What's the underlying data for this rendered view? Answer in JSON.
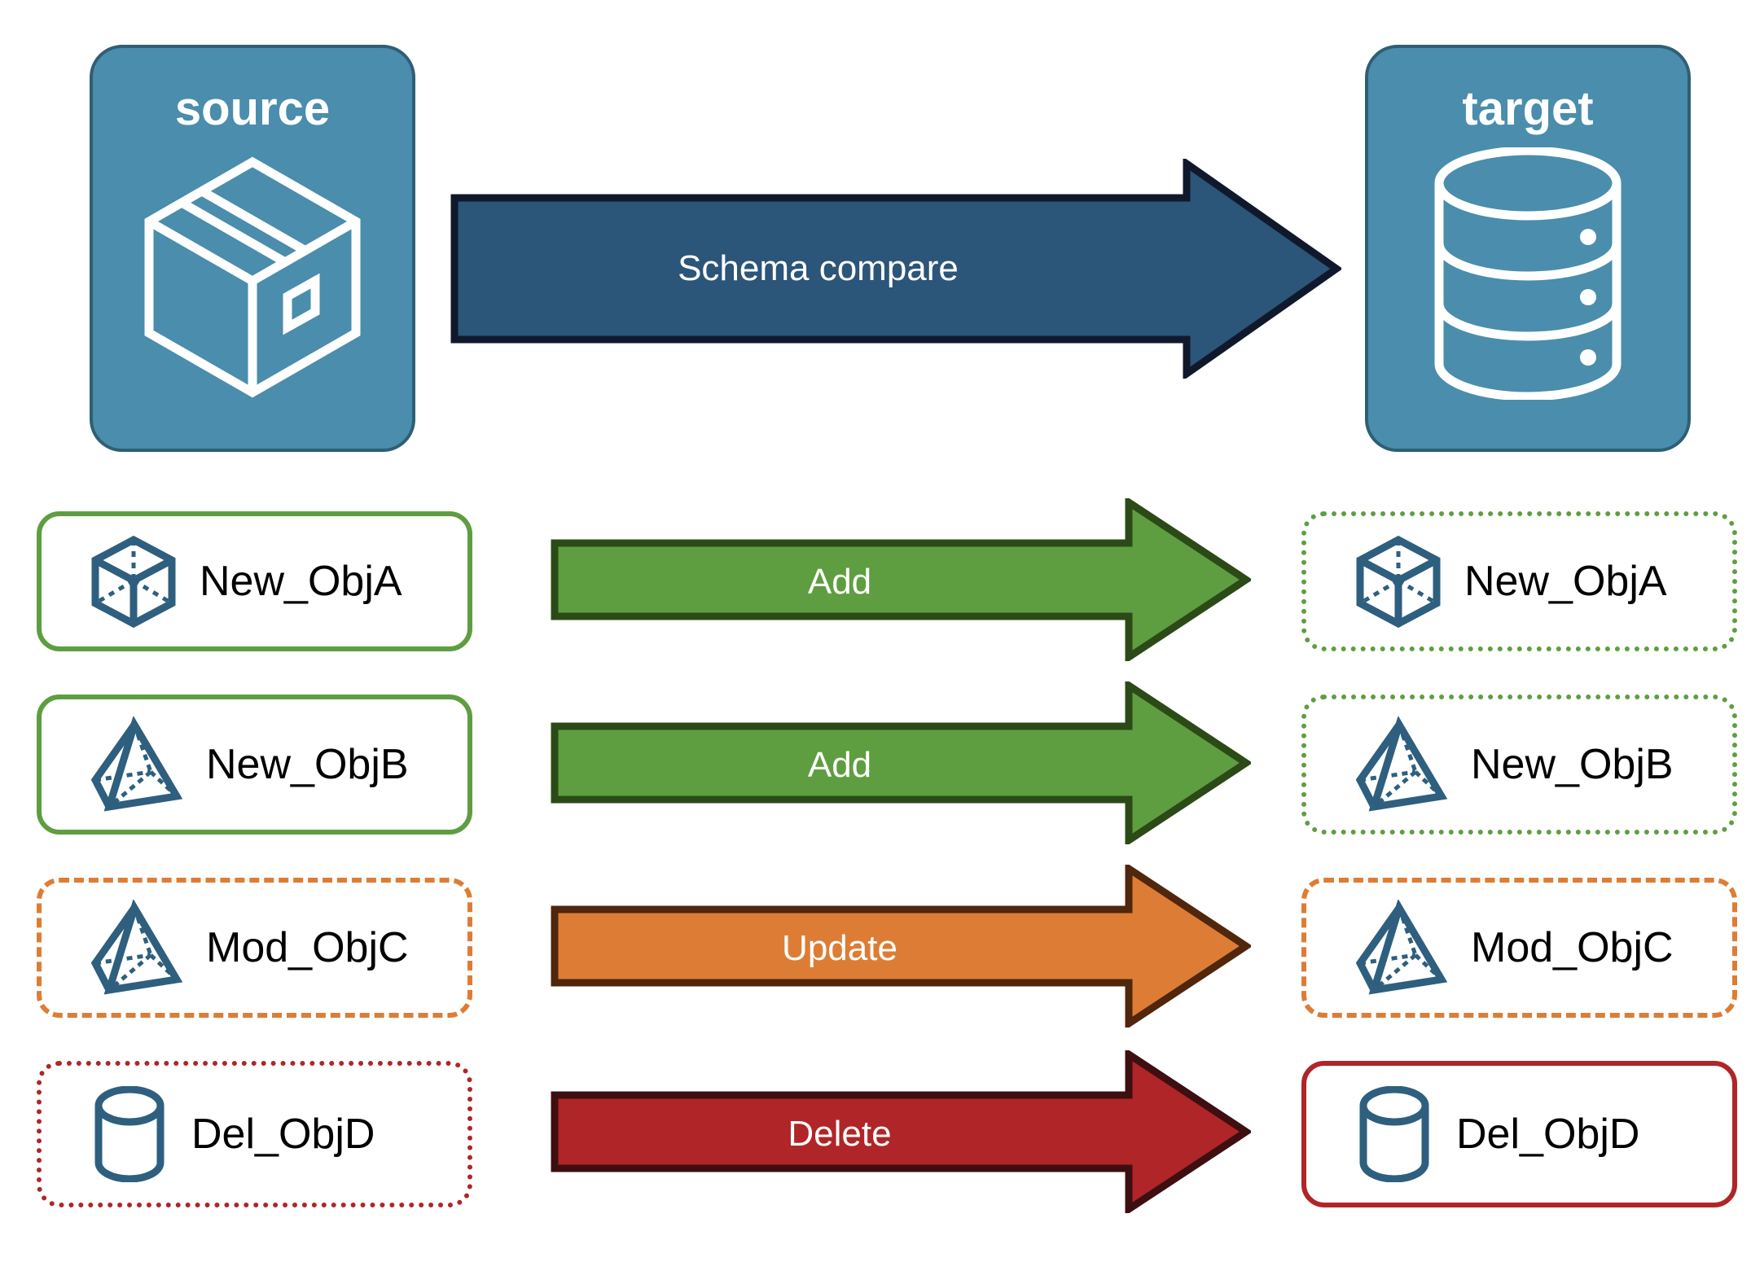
{
  "diagram": {
    "title": "Schema compare",
    "background": "#ffffff"
  },
  "endpoints": {
    "source": {
      "label": "source",
      "icon": "package-box-icon",
      "fill": "#4A8DAC",
      "stroke": "#2E5F74"
    },
    "target": {
      "label": "target",
      "icon": "database-cylinder-icon",
      "fill": "#4A8DAC",
      "stroke": "#2E5F74"
    }
  },
  "main_arrow": {
    "label": "Schema compare",
    "fill": "#2B5579",
    "stroke": "#10192B",
    "text_color": "#ffffff"
  },
  "rows": [
    {
      "action": "Add",
      "arrow_fill": "#5E9E40",
      "arrow_stroke": "#2B4A17",
      "source": {
        "label": "New_ObjA",
        "icon": "wireframe-cube-icon",
        "border_color": "#5E9E40",
        "border_style": "solid"
      },
      "target": {
        "label": "New_ObjA",
        "icon": "wireframe-cube-icon",
        "border_color": "#5E9E40",
        "border_style": "dotted"
      }
    },
    {
      "action": "Add",
      "arrow_fill": "#5E9E40",
      "arrow_stroke": "#2B4A17",
      "source": {
        "label": "New_ObjB",
        "icon": "wireframe-pyramid-icon",
        "border_color": "#5E9E40",
        "border_style": "solid"
      },
      "target": {
        "label": "New_ObjB",
        "icon": "wireframe-pyramid-icon",
        "border_color": "#5E9E40",
        "border_style": "dotted"
      }
    },
    {
      "action": "Update",
      "arrow_fill": "#DD7D35",
      "arrow_stroke": "#50260C",
      "source": {
        "label": "Mod_ObjC",
        "icon": "wireframe-pyramid-icon",
        "border_color": "#DD7D35",
        "border_style": "dashed"
      },
      "target": {
        "label": "Mod_ObjC",
        "icon": "wireframe-pyramid-icon",
        "border_color": "#DD7D35",
        "border_style": "dashed"
      }
    },
    {
      "action": "Delete",
      "arrow_fill": "#B02527",
      "arrow_stroke": "#3E0F10",
      "source": {
        "label": "Del_ObjD",
        "icon": "wireframe-cylinder-icon",
        "border_color": "#B02527",
        "border_style": "dotted"
      },
      "target": {
        "label": "Del_ObjD",
        "icon": "wireframe-cylinder-icon",
        "border_color": "#B02527",
        "border_style": "solid"
      }
    }
  ]
}
